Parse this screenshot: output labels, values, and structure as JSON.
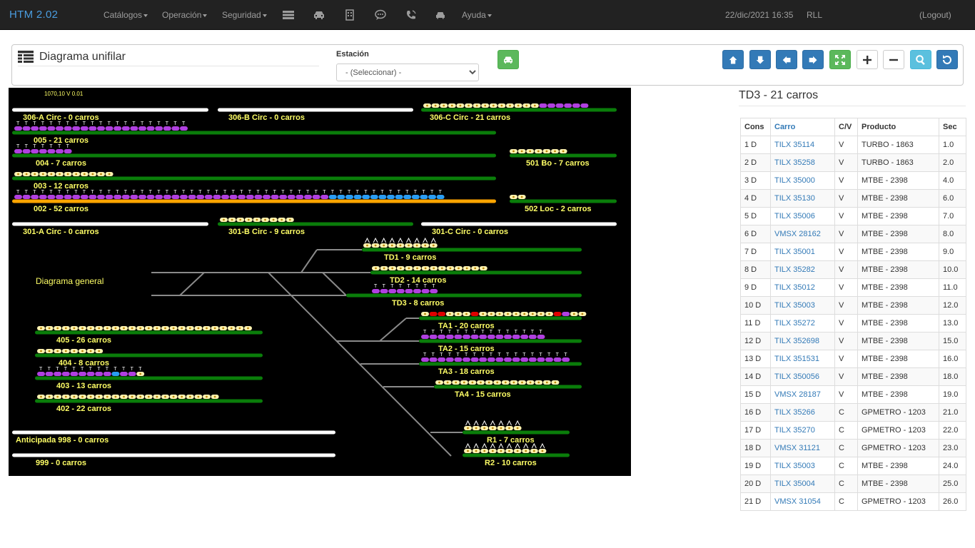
{
  "navbar": {
    "brand": "HTM 2.02",
    "menus": [
      "Catálogos",
      "Operación",
      "Seguridad"
    ],
    "help": "Ayuda",
    "datetime": "22/dic/2021 16:35",
    "user": "RLL",
    "logout": "(Logout)",
    "icons": [
      "server-icon",
      "car-icon",
      "building-icon",
      "comment-icon",
      "phone-volume-icon",
      "car-small-icon"
    ]
  },
  "header": {
    "title": "Diagrama unifilar",
    "estacion_label": "Estación",
    "select_value": "- (Seleccionar) -"
  },
  "diagram": {
    "coords": "1070,10 V 0.01",
    "general_label": "Diagrama general",
    "tracks": [
      {
        "label": "306-A Circ - 0 carros"
      },
      {
        "label": "306-B Circ - 0 carros"
      },
      {
        "label": "306-C Circ - 21 carros"
      },
      {
        "label": "005 - 21 carros"
      },
      {
        "label": "004 - 7 carros"
      },
      {
        "label": "501 Bo - 7 carros"
      },
      {
        "label": "003 - 12 carros"
      },
      {
        "label": "002 - 52 carros"
      },
      {
        "label": "502 Loc - 2 carros"
      },
      {
        "label": "301-A Circ - 0 carros"
      },
      {
        "label": "301-B Circ - 9 carros"
      },
      {
        "label": "301-C Circ - 0 carros"
      },
      {
        "label": "TD1 - 9 carros"
      },
      {
        "label": "TD2 - 14 carros"
      },
      {
        "label": "TD3 - 8 carros"
      },
      {
        "label": "TA1 - 20 carros"
      },
      {
        "label": "TA2 - 15 carros"
      },
      {
        "label": "TA3 - 18 carros"
      },
      {
        "label": "TA4 - 15 carros"
      },
      {
        "label": "405 - 26 carros"
      },
      {
        "label": "404 - 8 carros"
      },
      {
        "label": "403 - 13 carros"
      },
      {
        "label": "402 - 22 carros"
      },
      {
        "label": "Anticipada 998 - 0 carros"
      },
      {
        "label": "999 - 0 carros"
      },
      {
        "label": "R1 - 7 carros"
      },
      {
        "label": "R2 - 10 carros"
      }
    ],
    "colors": {
      "track_green": "#0a7d0a",
      "track_white": "#ffffff",
      "track_orange": "#ffa500",
      "label_yellow": "#ffff66",
      "car_purple": "#b040e0",
      "car_cream": "#fff3b0",
      "car_blue": "#2a9df4",
      "car_red": "#e00000"
    }
  },
  "table": {
    "title": "TD3 - 21 carros",
    "headers": [
      "Cons",
      "Carro",
      "C/V",
      "Producto",
      "Sec"
    ],
    "rows": [
      [
        "1 D",
        "TILX 35114",
        "V",
        "TURBO - 1863",
        "1.0"
      ],
      [
        "2 D",
        "TILX 35258",
        "V",
        "TURBO - 1863",
        "2.0"
      ],
      [
        "3 D",
        "TILX 35000",
        "V",
        "MTBE - 2398",
        "4.0"
      ],
      [
        "4 D",
        "TILX 35130",
        "V",
        "MTBE - 2398",
        "6.0"
      ],
      [
        "5 D",
        "TILX 35006",
        "V",
        "MTBE - 2398",
        "7.0"
      ],
      [
        "6 D",
        "VMSX 28162",
        "V",
        "MTBE - 2398",
        "8.0"
      ],
      [
        "7 D",
        "TILX 35001",
        "V",
        "MTBE - 2398",
        "9.0"
      ],
      [
        "8 D",
        "TILX 35282",
        "V",
        "MTBE - 2398",
        "10.0"
      ],
      [
        "9 D",
        "TILX 35012",
        "V",
        "MTBE - 2398",
        "11.0"
      ],
      [
        "10 D",
        "TILX 35003",
        "V",
        "MTBE - 2398",
        "12.0"
      ],
      [
        "11 D",
        "TILX 35272",
        "V",
        "MTBE - 2398",
        "13.0"
      ],
      [
        "12 D",
        "TILX 352698",
        "V",
        "MTBE - 2398",
        "15.0"
      ],
      [
        "13 D",
        "TILX 351531",
        "V",
        "MTBE - 2398",
        "16.0"
      ],
      [
        "14 D",
        "TILX 350056",
        "V",
        "MTBE - 2398",
        "18.0"
      ],
      [
        "15 D",
        "VMSX 28187",
        "V",
        "MTBE - 2398",
        "19.0"
      ],
      [
        "16 D",
        "TILX 35266",
        "C",
        "GPMETRO - 1203",
        "21.0"
      ],
      [
        "17 D",
        "TILX 35270",
        "C",
        "GPMETRO - 1203",
        "22.0"
      ],
      [
        "18 D",
        "VMSX 31121",
        "C",
        "GPMETRO - 1203",
        "23.0"
      ],
      [
        "19 D",
        "TILX 35003",
        "C",
        "MTBE - 2398",
        "24.0"
      ],
      [
        "20 D",
        "TILX 35004",
        "C",
        "MTBE - 2398",
        "25.0"
      ],
      [
        "21 D",
        "VMSX 31054",
        "C",
        "GPMETRO - 1203",
        "26.0"
      ]
    ]
  }
}
